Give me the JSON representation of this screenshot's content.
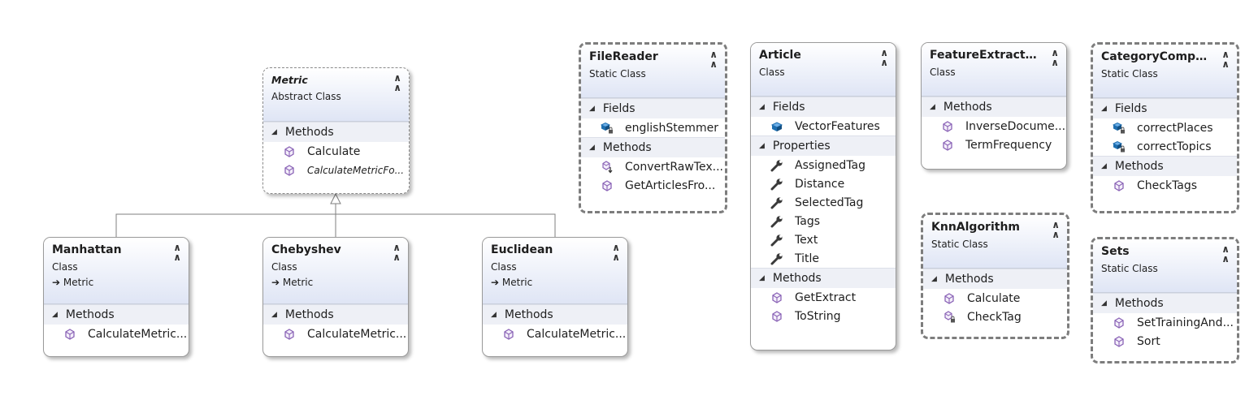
{
  "metric": {
    "name": "Metric",
    "stereotype": "Abstract Class",
    "sections": [
      {
        "label": "Methods",
        "items": [
          "Calculate",
          "CalculateMetricFo..."
        ]
      }
    ]
  },
  "manhattan": {
    "name": "Manhattan",
    "stereotype": "Class",
    "base": "Metric",
    "sections": [
      {
        "label": "Methods",
        "items": [
          "CalculateMetric..."
        ]
      }
    ]
  },
  "chebyshev": {
    "name": "Chebyshev",
    "stereotype": "Class",
    "base": "Metric",
    "sections": [
      {
        "label": "Methods",
        "items": [
          "CalculateMetric..."
        ]
      }
    ]
  },
  "euclidean": {
    "name": "Euclidean",
    "stereotype": "Class",
    "base": "Metric",
    "sections": [
      {
        "label": "Methods",
        "items": [
          "CalculateMetric..."
        ]
      }
    ]
  },
  "filereader": {
    "name": "FileReader",
    "stereotype": "Static Class",
    "sections": [
      {
        "label": "Fields",
        "items": [
          "englishStemmer"
        ]
      },
      {
        "label": "Methods",
        "items": [
          "ConvertRawTex...",
          "GetArticlesFro..."
        ]
      }
    ]
  },
  "article": {
    "name": "Article",
    "stereotype": "Class",
    "sections": [
      {
        "label": "Fields",
        "items": [
          "VectorFeatures"
        ]
      },
      {
        "label": "Properties",
        "items": [
          "AssignedTag",
          "Distance",
          "SelectedTag",
          "Tags",
          "Text",
          "Title"
        ]
      },
      {
        "label": "Methods",
        "items": [
          "GetExtract",
          "ToString"
        ]
      }
    ]
  },
  "featureextraction": {
    "name": "FeatureExtractio...",
    "stereotype": "Class",
    "sections": [
      {
        "label": "Methods",
        "items": [
          "InverseDocume...",
          "TermFrequency"
        ]
      }
    ]
  },
  "knnalgorithm": {
    "name": "KnnAlgorithm",
    "stereotype": "Static Class",
    "sections": [
      {
        "label": "Methods",
        "items": [
          "Calculate",
          "CheckTag"
        ]
      }
    ]
  },
  "categorycompare": {
    "name": "CategoryCompa...",
    "stereotype": "Static Class",
    "sections": [
      {
        "label": "Fields",
        "items": [
          "correctPlaces",
          "correctTopics"
        ]
      },
      {
        "label": "Methods",
        "items": [
          "CheckTags"
        ]
      }
    ]
  },
  "sets": {
    "name": "Sets",
    "stereotype": "Static Class",
    "sections": [
      {
        "label": "Methods",
        "items": [
          "SetTrainingAnd...",
          "Sort"
        ]
      }
    ]
  },
  "colors": {
    "header_gradient_end": "#dfe5f5",
    "section_bg": "#eef0f6",
    "method_icon": "#8a63b6",
    "field_icon": "#1e6fb0"
  }
}
